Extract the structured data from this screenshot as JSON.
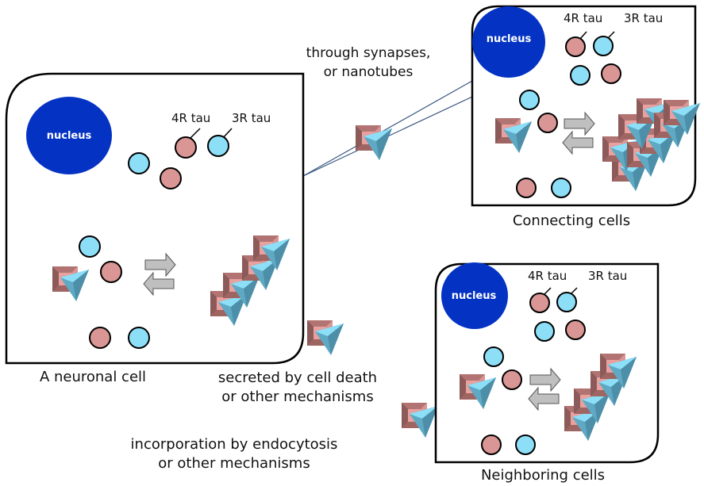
{
  "colors": {
    "nucleus": "#0433c4",
    "tau4r": "#d99694",
    "tau3r": "#8ddff8",
    "cell_border": "#000000",
    "arrow_fill": "#bfbfbf",
    "nanotube_line": "#3a5680"
  },
  "cells": {
    "neuronal": {
      "caption": "A neuronal cell",
      "nucleus_label": "nucleus",
      "label_4r": "4R tau",
      "label_3r": "3R tau"
    },
    "connecting": {
      "caption": "Connecting cells",
      "nucleus_label": "nucleus",
      "label_4r": "4R tau",
      "label_3r": "3R tau"
    },
    "neighboring": {
      "caption": "Neighboring cells",
      "nucleus_label": "nucleus",
      "label_4r": "4R tau",
      "label_3r": "3R tau"
    }
  },
  "annotations": {
    "transfer_line1": "through synapses,",
    "transfer_line2": "or nanotubes",
    "secreted_line1": "secreted by cell death",
    "secreted_line2": "or other mechanisms",
    "uptake_line1": "incorporation by endocytosis",
    "uptake_line2": "or other mechanisms"
  }
}
